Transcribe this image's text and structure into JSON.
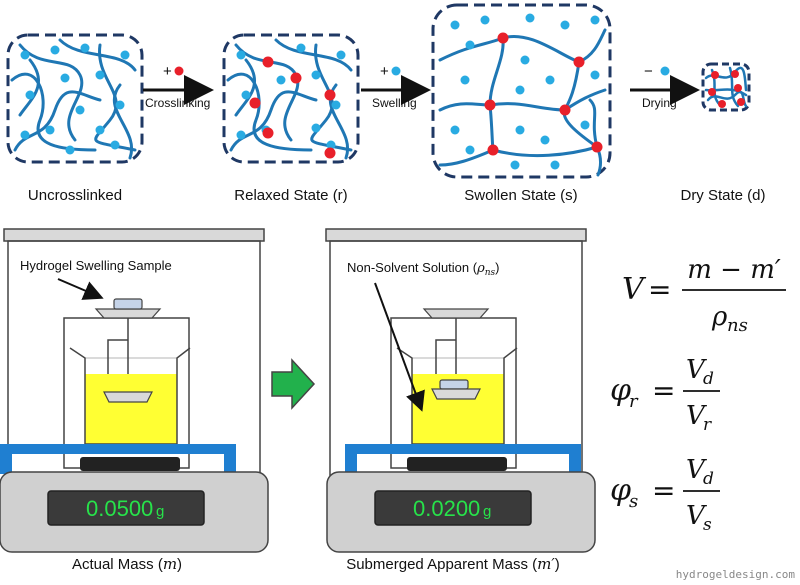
{
  "states": {
    "uncrosslinked": "Uncrosslinked",
    "relaxed": "Relaxed State (r)",
    "swollen": "Swollen State (s)",
    "dry": "Dry State (d)"
  },
  "steps": {
    "crosslinking": "Crosslinking",
    "swelling": "Swelling",
    "drying": "Drying",
    "plus": "+",
    "minus": "−"
  },
  "balance1": {
    "annotation": "Hydrogel Swelling Sample",
    "reading": "0.0500",
    "unit": "g",
    "caption_text": "Actual Mass (",
    "caption_var": "m",
    "caption_end": ")"
  },
  "balance2": {
    "annotation_text": "Non-Solvent Solution (",
    "annotation_var": "ρ",
    "annotation_sub": "ns",
    "annotation_end": ")",
    "reading": "0.0200",
    "unit": "g",
    "caption_text": "Submerged Apparent Mass (",
    "caption_var": "m′",
    "caption_end": ")"
  },
  "equations": {
    "v_lhs": "V",
    "v_num": "m − m′",
    "v_den": "ρ",
    "v_den_sub": "ns",
    "phi": "φ",
    "r_sub": "r",
    "s_sub": "s",
    "vd": "V",
    "vd_sub": "d",
    "vr": "V",
    "vr_sub": "r",
    "vs": "V",
    "vs_sub": "s",
    "eq": "="
  },
  "watermark": "hydrogeldesign.com",
  "colors": {
    "chain": "#1f77b4",
    "solvent_dot": "#29abe2",
    "crosslink": "#e8202a",
    "border": "#1f3864",
    "liquid": "#ffff33",
    "balance_blue": "#1f7fd1",
    "display_text": "#27e24a",
    "arrow_green": "#22b14c"
  }
}
